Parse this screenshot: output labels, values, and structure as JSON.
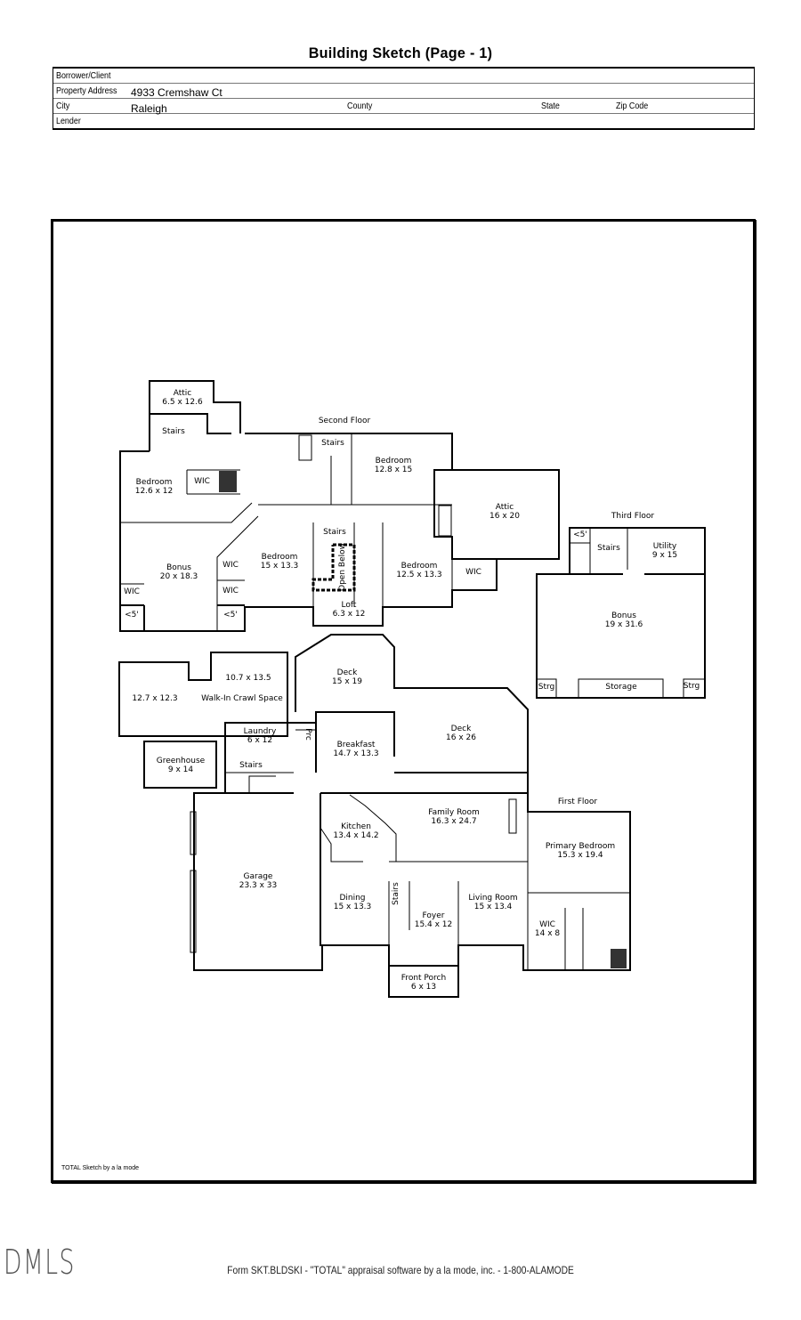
{
  "title": "Building Sketch (Page - 1)",
  "form": {
    "borrower_label": "Borrower/Client",
    "borrower_value": "",
    "address_label": "Property Address",
    "address_value": "4933 Cremshaw Ct",
    "city_label": "City",
    "city_value": "Raleigh",
    "county_label": "County",
    "state_label": "State",
    "zip_label": "Zip Code",
    "lender_label": "Lender"
  },
  "sketch": {
    "floor_labels": {
      "second": "Second Floor",
      "third": "Third Floor",
      "first": "First Floor"
    },
    "rooms": [
      {
        "name": "Attic",
        "dims": "6.5 x 12.6"
      },
      {
        "name": "Stairs",
        "dims": ""
      },
      {
        "name": "Bedroom",
        "dims": "12.6 x 12"
      },
      {
        "name": "WIC",
        "dims": ""
      },
      {
        "name": "Bonus",
        "dims": "20 x 18.3"
      },
      {
        "name": "WIC",
        "dims": ""
      },
      {
        "name": "<5'",
        "dims": ""
      },
      {
        "name": "WIC",
        "dims": ""
      },
      {
        "name": "WIC",
        "dims": ""
      },
      {
        "name": "<5'",
        "dims": ""
      },
      {
        "name": "Bedroom",
        "dims": "15 x 13.3"
      },
      {
        "name": "Stairs",
        "dims": ""
      },
      {
        "name": "Stairs",
        "dims": ""
      },
      {
        "name": "Open Below",
        "dims": ""
      },
      {
        "name": "Loft",
        "dims": "6.3 x 12"
      },
      {
        "name": "Bedroom",
        "dims": "12.8 x 15"
      },
      {
        "name": "Bedroom",
        "dims": "12.5 x 13.3"
      },
      {
        "name": "WIC",
        "dims": ""
      },
      {
        "name": "Attic",
        "dims": "16 x 20"
      },
      {
        "name": "<5'",
        "dims": ""
      },
      {
        "name": "Stairs",
        "dims": ""
      },
      {
        "name": "Utility",
        "dims": "9 x 15"
      },
      {
        "name": "Bonus",
        "dims": "19 x 31.6"
      },
      {
        "name": "Strg",
        "dims": ""
      },
      {
        "name": "Storage",
        "dims": ""
      },
      {
        "name": "Strg",
        "dims": ""
      },
      {
        "name": "10.7 x 13.5",
        "dims": ""
      },
      {
        "name": "12.7 x 12.3",
        "dims": ""
      },
      {
        "name": "Walk-In Crawl Space",
        "dims": ""
      },
      {
        "name": "Greenhouse",
        "dims": "9 x 14"
      },
      {
        "name": "Deck",
        "dims": "15 x 19"
      },
      {
        "name": "Deck",
        "dims": "16 x 26"
      },
      {
        "name": "Laundry",
        "dims": "6 x 12"
      },
      {
        "name": "Prc",
        "dims": ""
      },
      {
        "name": "Stairs",
        "dims": ""
      },
      {
        "name": "Breakfast",
        "dims": "14.7 x 13.3"
      },
      {
        "name": "Family Room",
        "dims": "16.3 x 24.7"
      },
      {
        "name": "Kitchen",
        "dims": "13.4 x 14.2"
      },
      {
        "name": "Garage",
        "dims": "23.3 x 33"
      },
      {
        "name": "Dining",
        "dims": "15 x 13.3"
      },
      {
        "name": "Stairs",
        "dims": ""
      },
      {
        "name": "Foyer",
        "dims": "15.4 x 12"
      },
      {
        "name": "Living Room",
        "dims": "15 x 13.4"
      },
      {
        "name": "Primary Bedroom",
        "dims": "15.3 x 19.4"
      },
      {
        "name": "WIC",
        "dims": "14 x 8"
      },
      {
        "name": "Front Porch",
        "dims": "6 x 13"
      }
    ],
    "credit": "TOTAL Sketch by a la mode"
  },
  "footer": "Form SKT.BLDSKI - \"TOTAL\" appraisal software by a la mode, inc. - 1-800-ALAMODE",
  "watermark": "DMLS"
}
